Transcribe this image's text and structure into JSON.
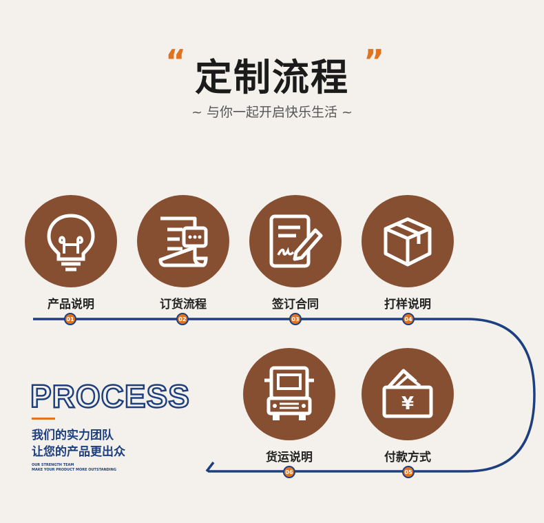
{
  "header": {
    "quote_open": "“",
    "title": "定制流程",
    "quote_close": "”",
    "subtitle": "~ 与你一起开启快乐生活 ~"
  },
  "steps": [
    {
      "label": "产品说明",
      "number": "01",
      "icon": "lightbulb-icon"
    },
    {
      "label": "订货流程",
      "number": "02",
      "icon": "order-form-icon"
    },
    {
      "label": "签订合同",
      "number": "03",
      "icon": "contract-sign-icon"
    },
    {
      "label": "打样说明",
      "number": "04",
      "icon": "box-icon"
    },
    {
      "label": "付款方式",
      "number": "05",
      "icon": "wallet-icon"
    },
    {
      "label": "货运说明",
      "number": "06",
      "icon": "truck-icon"
    }
  ],
  "branding": {
    "process": "PROCESS",
    "line1": "我们的实力团队",
    "line2": "让您的产品更出众",
    "tiny1": "OUR STRENGTH TEAM",
    "tiny2": "MAKE YOUR PRODUCT MORE OUTSTANDING"
  },
  "colors": {
    "background": "#f4f1ec",
    "circle": "#874f32",
    "line": "#1d3f7e",
    "accent": "#e0731f"
  }
}
